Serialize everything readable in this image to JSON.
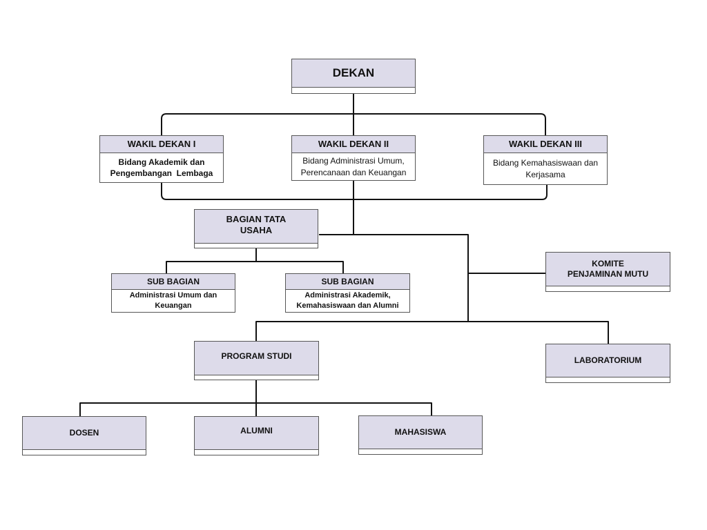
{
  "nodes": {
    "dekan": {
      "title": "DEKAN"
    },
    "wakil_dekan_1": {
      "title": "WAKIL DEKAN I",
      "desc_line1": "Bidang Akademik dan",
      "desc_line2": "Pengembangan  Lembaga"
    },
    "wakil_dekan_2": {
      "title": "WAKIL DEKAN II",
      "desc_line1": "Bidang Administrasi Umum,",
      "desc_line2": "Perencanaan dan Keuangan"
    },
    "wakil_dekan_3": {
      "title": "WAKIL DEKAN III",
      "desc_line1": "Bidang Kemahasiswaan dan",
      "desc_line2": "Kerjasama"
    },
    "bagian_tata_usaha": {
      "title_line1": "BAGIAN TATA",
      "title_line2": "USAHA"
    },
    "sub_bagian_1": {
      "title": "SUB BAGIAN",
      "desc_line1": "Administrasi Umum dan",
      "desc_line2": "Keuangan"
    },
    "sub_bagian_2": {
      "title": "SUB BAGIAN",
      "desc_line1": "Administrasi Akademik,",
      "desc_line2": "Kemahasiswaan dan Alumni"
    },
    "komite": {
      "title_line1": "KOMITE",
      "title_line2": "PENJAMINAN MUTU"
    },
    "program_studi": {
      "title": "PROGRAM STUDI"
    },
    "laboratorium": {
      "title": "LABORATORIUM"
    },
    "dosen": {
      "title": "DOSEN"
    },
    "alumni": {
      "title": "ALUMNI"
    },
    "mahasiswa": {
      "title": "MAHASISWA"
    }
  }
}
